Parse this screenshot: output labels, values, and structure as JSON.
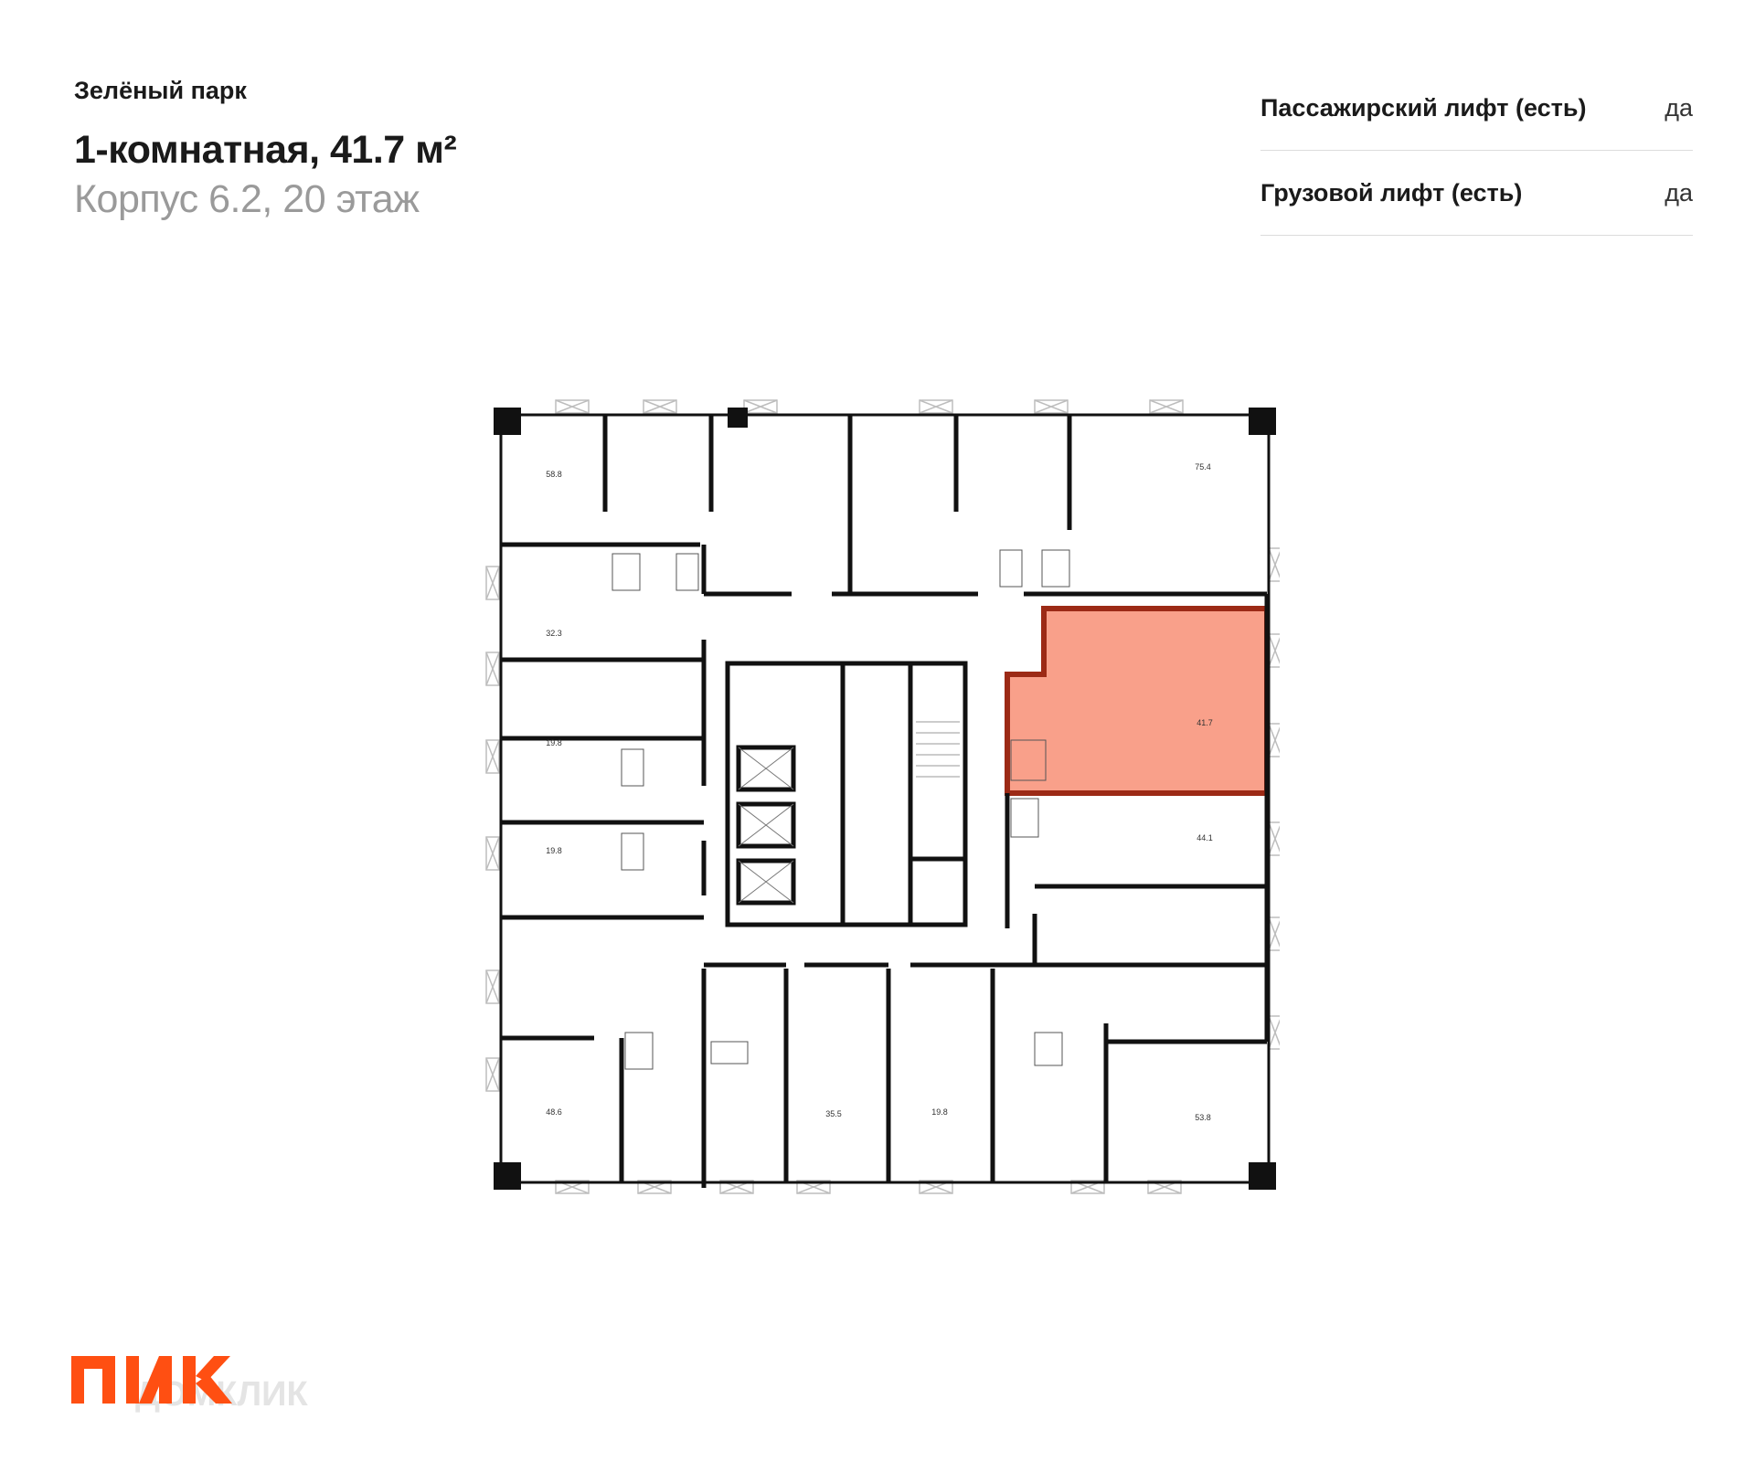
{
  "header": {
    "project": "Зелёный парк",
    "title": "1-комнатная, 41.7 м²",
    "subtitle": "Корпус 6.2, 20 этаж"
  },
  "features": [
    {
      "label": "Пассажирский лифт (есть)",
      "value": "да"
    },
    {
      "label": "Грузовой лифт (есть)",
      "value": "да"
    }
  ],
  "plan": {
    "apartment_areas": {
      "a58_8": "58.8",
      "a75_4": "75.4",
      "a32_3": "32.3",
      "a19_8_a": "19.8",
      "a41_7": "41.7",
      "a19_8_b": "19.8",
      "a44_1": "44.1",
      "a48_6": "48.6",
      "a35_5": "35.5",
      "a19_8_c": "19.8",
      "a53_8": "53.8"
    },
    "highlight_color": "#f9a08a",
    "highlight_border": "#9c2a16"
  },
  "logo": {
    "brand": "ПИК",
    "watermark": "ДОМКЛИК",
    "color": "#ff4f12"
  }
}
